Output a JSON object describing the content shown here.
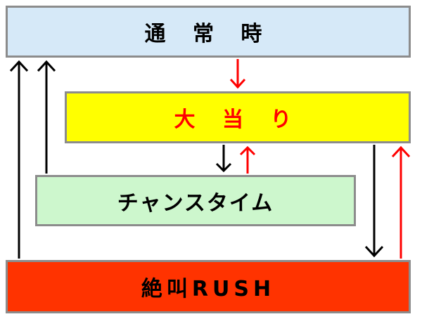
{
  "states": {
    "normal": "通 常 時",
    "jackpot": "大 当 り",
    "chance_time": "チャンスタイム",
    "rush": "絶叫RUSH"
  },
  "colors": {
    "normal_fill": "#d6e9f8",
    "jackpot_fill": "#ffff00",
    "jackpot_text": "#ff0000",
    "chance_fill": "#cdf7cd",
    "rush_fill": "#ff3300",
    "border": "#8c8c8c",
    "arrow_black": "#000000",
    "arrow_red": "#ff0000"
  },
  "transitions": [
    {
      "from": "normal",
      "to": "jackpot",
      "color": "red"
    },
    {
      "from": "jackpot",
      "to": "chance_time",
      "color": "black"
    },
    {
      "from": "chance_time",
      "to": "jackpot",
      "color": "red"
    },
    {
      "from": "jackpot",
      "to": "rush",
      "color": "black"
    },
    {
      "from": "rush",
      "to": "jackpot",
      "color": "red"
    },
    {
      "from": "rush",
      "to": "normal",
      "color": "black"
    },
    {
      "from": "chance_time",
      "to": "normal",
      "color": "black"
    }
  ]
}
